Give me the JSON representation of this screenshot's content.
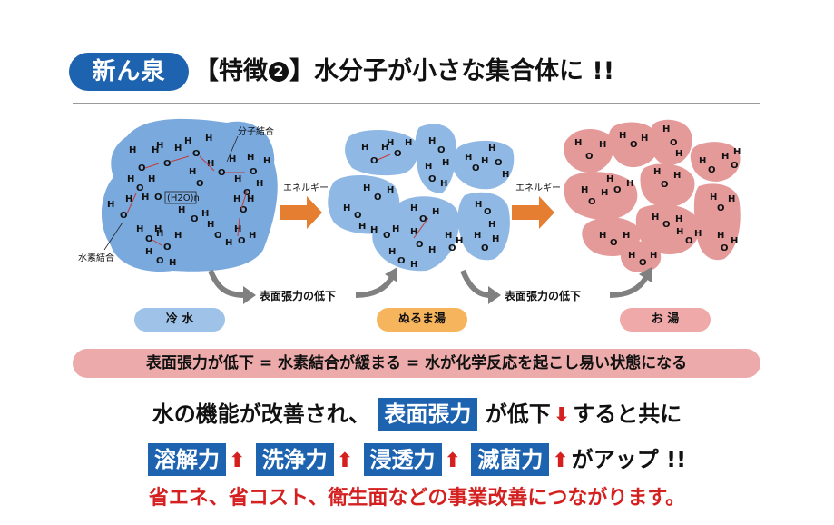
{
  "header": {
    "brand": "新ん泉",
    "bracket_open": "【特徴",
    "feature_number": "2",
    "bracket_close": "】",
    "title": "水分子が小さな集合体に !!"
  },
  "diagram": {
    "label_bond": "分子結合",
    "label_hbond": "水素結合",
    "label_cluster": "(H2O)n",
    "energy_label_1": "エネルギー",
    "energy_label_2": "エネルギー",
    "tension_label_1": "表面張力の低下",
    "tension_label_2": "表面張力の低下",
    "state_cold": "冷 水",
    "state_lukewarm": "ぬるま湯",
    "state_hot": "お 湯"
  },
  "equation": "表面張力が低下 = 水素結合が緩まる = 水が化学反応を起こし易い状態になる",
  "line1": {
    "before": "水の機能が改善され、",
    "highlight": "表面張力",
    "after": "が低下",
    "tail": "すると共に",
    "arrow": "⬇"
  },
  "line2": {
    "items": [
      "溶解力",
      "洗浄力",
      "浸透力",
      "滅菌力"
    ],
    "arrow": "⬆",
    "tail": "がアップ !!"
  },
  "line3": "省エネ、省コスト、衛生面などの事業改善につながります。",
  "colors": {
    "brand_blue": "#1d63b0",
    "cold_blob": "#7aa9dd",
    "warm_blob": "#8fb9e4",
    "hot_blob": "#e59a9a",
    "arrow_orange": "#e67e32",
    "arrow_gray": "#808080",
    "accent_red": "#d52020"
  }
}
